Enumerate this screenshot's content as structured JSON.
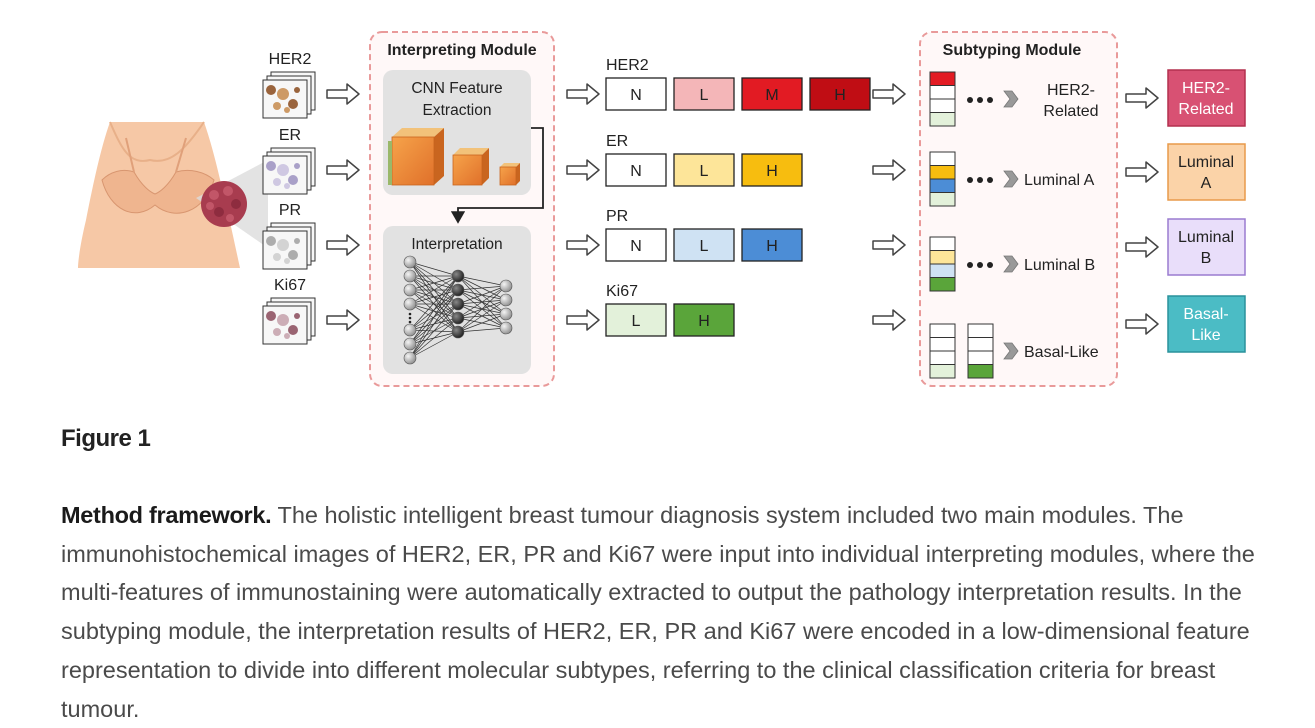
{
  "figure": {
    "interpreting_module": {
      "title": "Interpreting Module",
      "cnn_label_line1": "CNN Feature",
      "cnn_label_line2": "Extraction",
      "interp_label": "Interpretation"
    },
    "subtyping_module": {
      "title": "Subtyping Module"
    },
    "input_labels": [
      "HER2",
      "ER",
      "PR",
      "Ki67"
    ],
    "markers": [
      {
        "name": "HER2",
        "levels": [
          "N",
          "L",
          "M",
          "H"
        ],
        "colors": [
          "#ffffff",
          "#f4b6b8",
          "#e21b23",
          "#c00d14"
        ]
      },
      {
        "name": "ER",
        "levels": [
          "N",
          "L",
          "H"
        ],
        "colors": [
          "#ffffff",
          "#fde599",
          "#f7bd0f"
        ]
      },
      {
        "name": "PR",
        "levels": [
          "N",
          "L",
          "H"
        ],
        "colors": [
          "#ffffff",
          "#cfe2f3",
          "#4c8dd6"
        ]
      },
      {
        "name": "Ki67",
        "levels": [
          "L",
          "H"
        ],
        "colors": [
          "#e3f1da",
          "#5aa53a"
        ]
      }
    ],
    "subtypes": [
      {
        "label_line1": "HER2-",
        "label_line2": "Related",
        "out_line1": "HER2-",
        "out_line2": "Related",
        "out_fill": "#d85173",
        "out_border": "#b3304f",
        "out_text": "#ffffff"
      },
      {
        "label_line1": "Luminal A",
        "label_line2": "",
        "out_line1": "Luminal",
        "out_line2": "A",
        "out_fill": "#fbd3a8",
        "out_border": "#e89a4a",
        "out_text": "#222222"
      },
      {
        "label_line1": "Luminal B",
        "label_line2": "",
        "out_line1": "Luminal",
        "out_line2": "B",
        "out_fill": "#e9defa",
        "out_border": "#9a7bd0",
        "out_text": "#222222"
      },
      {
        "label_line1": "Basal-Like",
        "label_line2": "",
        "out_line1": "Basal-",
        "out_line2": "Like",
        "out_fill": "#4bbcc5",
        "out_border": "#2a929b",
        "out_text": "#ffffff"
      }
    ],
    "colors": {
      "module_border": "#e99a9a",
      "module_bg": "#fff8f8",
      "panel_bg": "#e2e2e2",
      "skin": "#f6c8a6",
      "bra": "#efb58f",
      "tumour": "#a83c4f"
    }
  },
  "figure_label": "Figure 1",
  "caption": {
    "lead": "Method framework.",
    "body": " The holistic intelligent breast tumour diagnosis system included two main modules. The immunohistochemical images of HER2, ER, PR and Ki67 were input into individual interpreting modules, where the multi-features of immunostaining were automatically extracted to output the pathology interpretation results. In the subtyping module, the interpretation results of HER2, ER, PR and Ki67 were encoded in a low-dimensional feature representation to divide into different molecular subtypes, referring to the clinical classification criteria for breast tumour."
  }
}
